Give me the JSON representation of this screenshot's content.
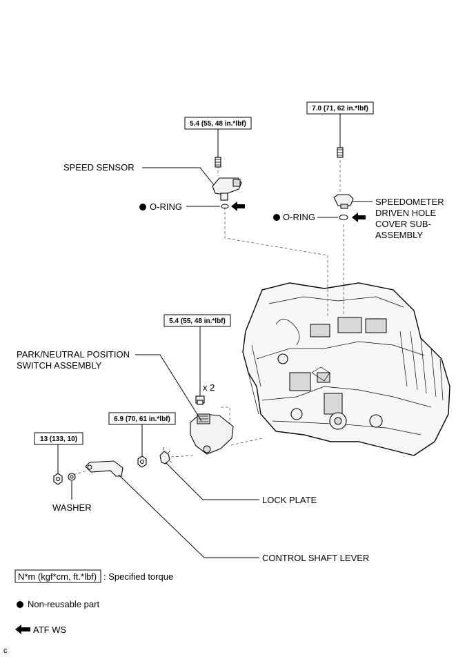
{
  "torques": {
    "speed_sensor_bolt": "5.4 (55, 48 in.*lbf)",
    "speedometer_bolt": "7.0 (71, 62 in.*lbf)",
    "pnp_switch_bolt": "5.4 (55, 48 in.*lbf)",
    "lever_nut": "6.9 (70, 61 in.*lbf)",
    "shaft_nut": "13 (133, 10)"
  },
  "labels": {
    "speed_sensor": "SPEED SENSOR",
    "o_ring_left": "O-RING",
    "o_ring_right": "O-RING",
    "speedometer_line1": "SPEEDOMETER",
    "speedometer_line2": "DRIVEN HOLE",
    "speedometer_line3": "COVER SUB-",
    "speedometer_line4": "ASSEMBLY",
    "pnp_line1": "PARK/NEUTRAL POSITION",
    "pnp_line2": "SWITCH ASSEMBLY",
    "bolt_qty": "x 2",
    "washer": "WASHER",
    "lock_plate": "LOCK PLATE",
    "control_shaft_lever": "CONTROL SHAFT LEVER"
  },
  "legend": {
    "torque_unit": "N*m (kgf*cm, ft.*lbf)",
    "torque_desc": ": Specified torque",
    "nonreusable": "Non-reusable part",
    "atf": "ATF WS"
  },
  "corner_mark": "c"
}
